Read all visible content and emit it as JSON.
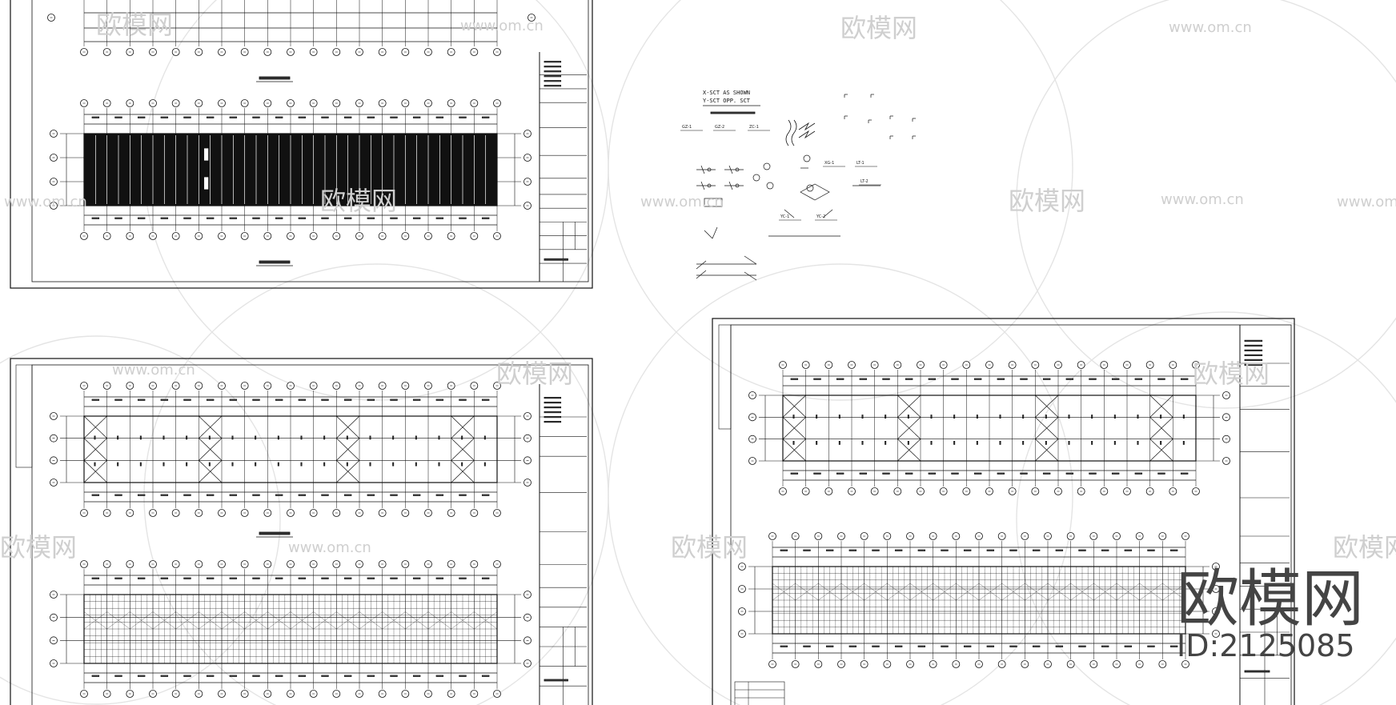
{
  "watermark": {
    "site_text": "www.om.cn",
    "logo_text": "欧模网"
  },
  "brand": {
    "name": "欧模网",
    "id_text": "ID:2125085"
  },
  "legend_sheet": {
    "note_line1": "X-SCT AS SHOWN",
    "note_line2": "Y-SCT OPP. SCT",
    "labels": [
      "GZ-1",
      "GZ-2",
      "ZC-1",
      "XG-1",
      "LT-1",
      "LT-2",
      "YC-1",
      "YC-2"
    ]
  },
  "drawing_sheets": [
    {
      "id": "top-left",
      "plans": [
        "roof-plan-upper",
        "roof-plan-solid"
      ]
    },
    {
      "id": "bottom-left",
      "plans": [
        "bracing-plan",
        "purlin-plan"
      ]
    },
    {
      "id": "bottom-right",
      "plans": [
        "bracing-plan",
        "purlin-plan"
      ]
    }
  ],
  "colors": {
    "line": "#111111",
    "fill_dark": "#111111",
    "watermark": "#cfcfcf",
    "background": "#ffffff"
  }
}
